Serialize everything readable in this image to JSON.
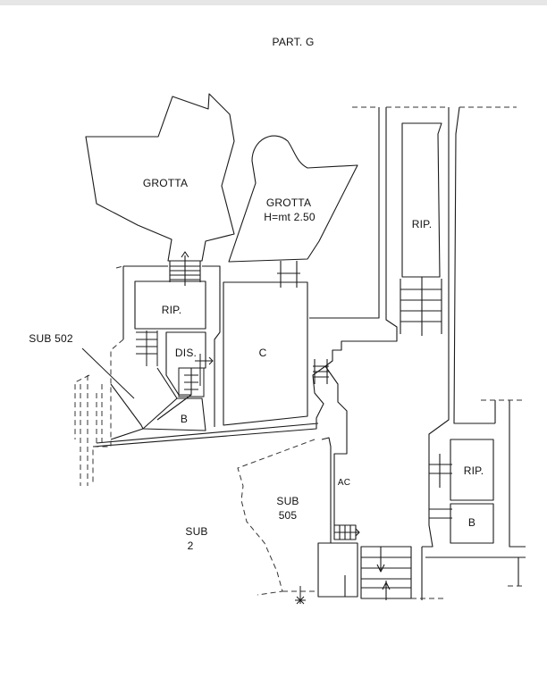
{
  "title": "PART. G",
  "rooms": {
    "grotta_1": "GROTTA",
    "grotta_2": "GROTTA",
    "grotta_2_height": "H=mt 2.50",
    "rip_right_top": "RIP.",
    "rip_center": "RIP.",
    "dis": "DIS.",
    "c": "C",
    "b_center": "B",
    "rip_right_bottom": "RIP.",
    "b_right": "B",
    "ac": "AC"
  },
  "subs": {
    "sub_502": "SUB 502",
    "sub_505_a": "SUB",
    "sub_505_b": "505",
    "sub_2_a": "SUB",
    "sub_2_b": "2"
  },
  "colors": {
    "line": "#1a1a1a",
    "dashed": "#333333",
    "background": "#ffffff"
  }
}
